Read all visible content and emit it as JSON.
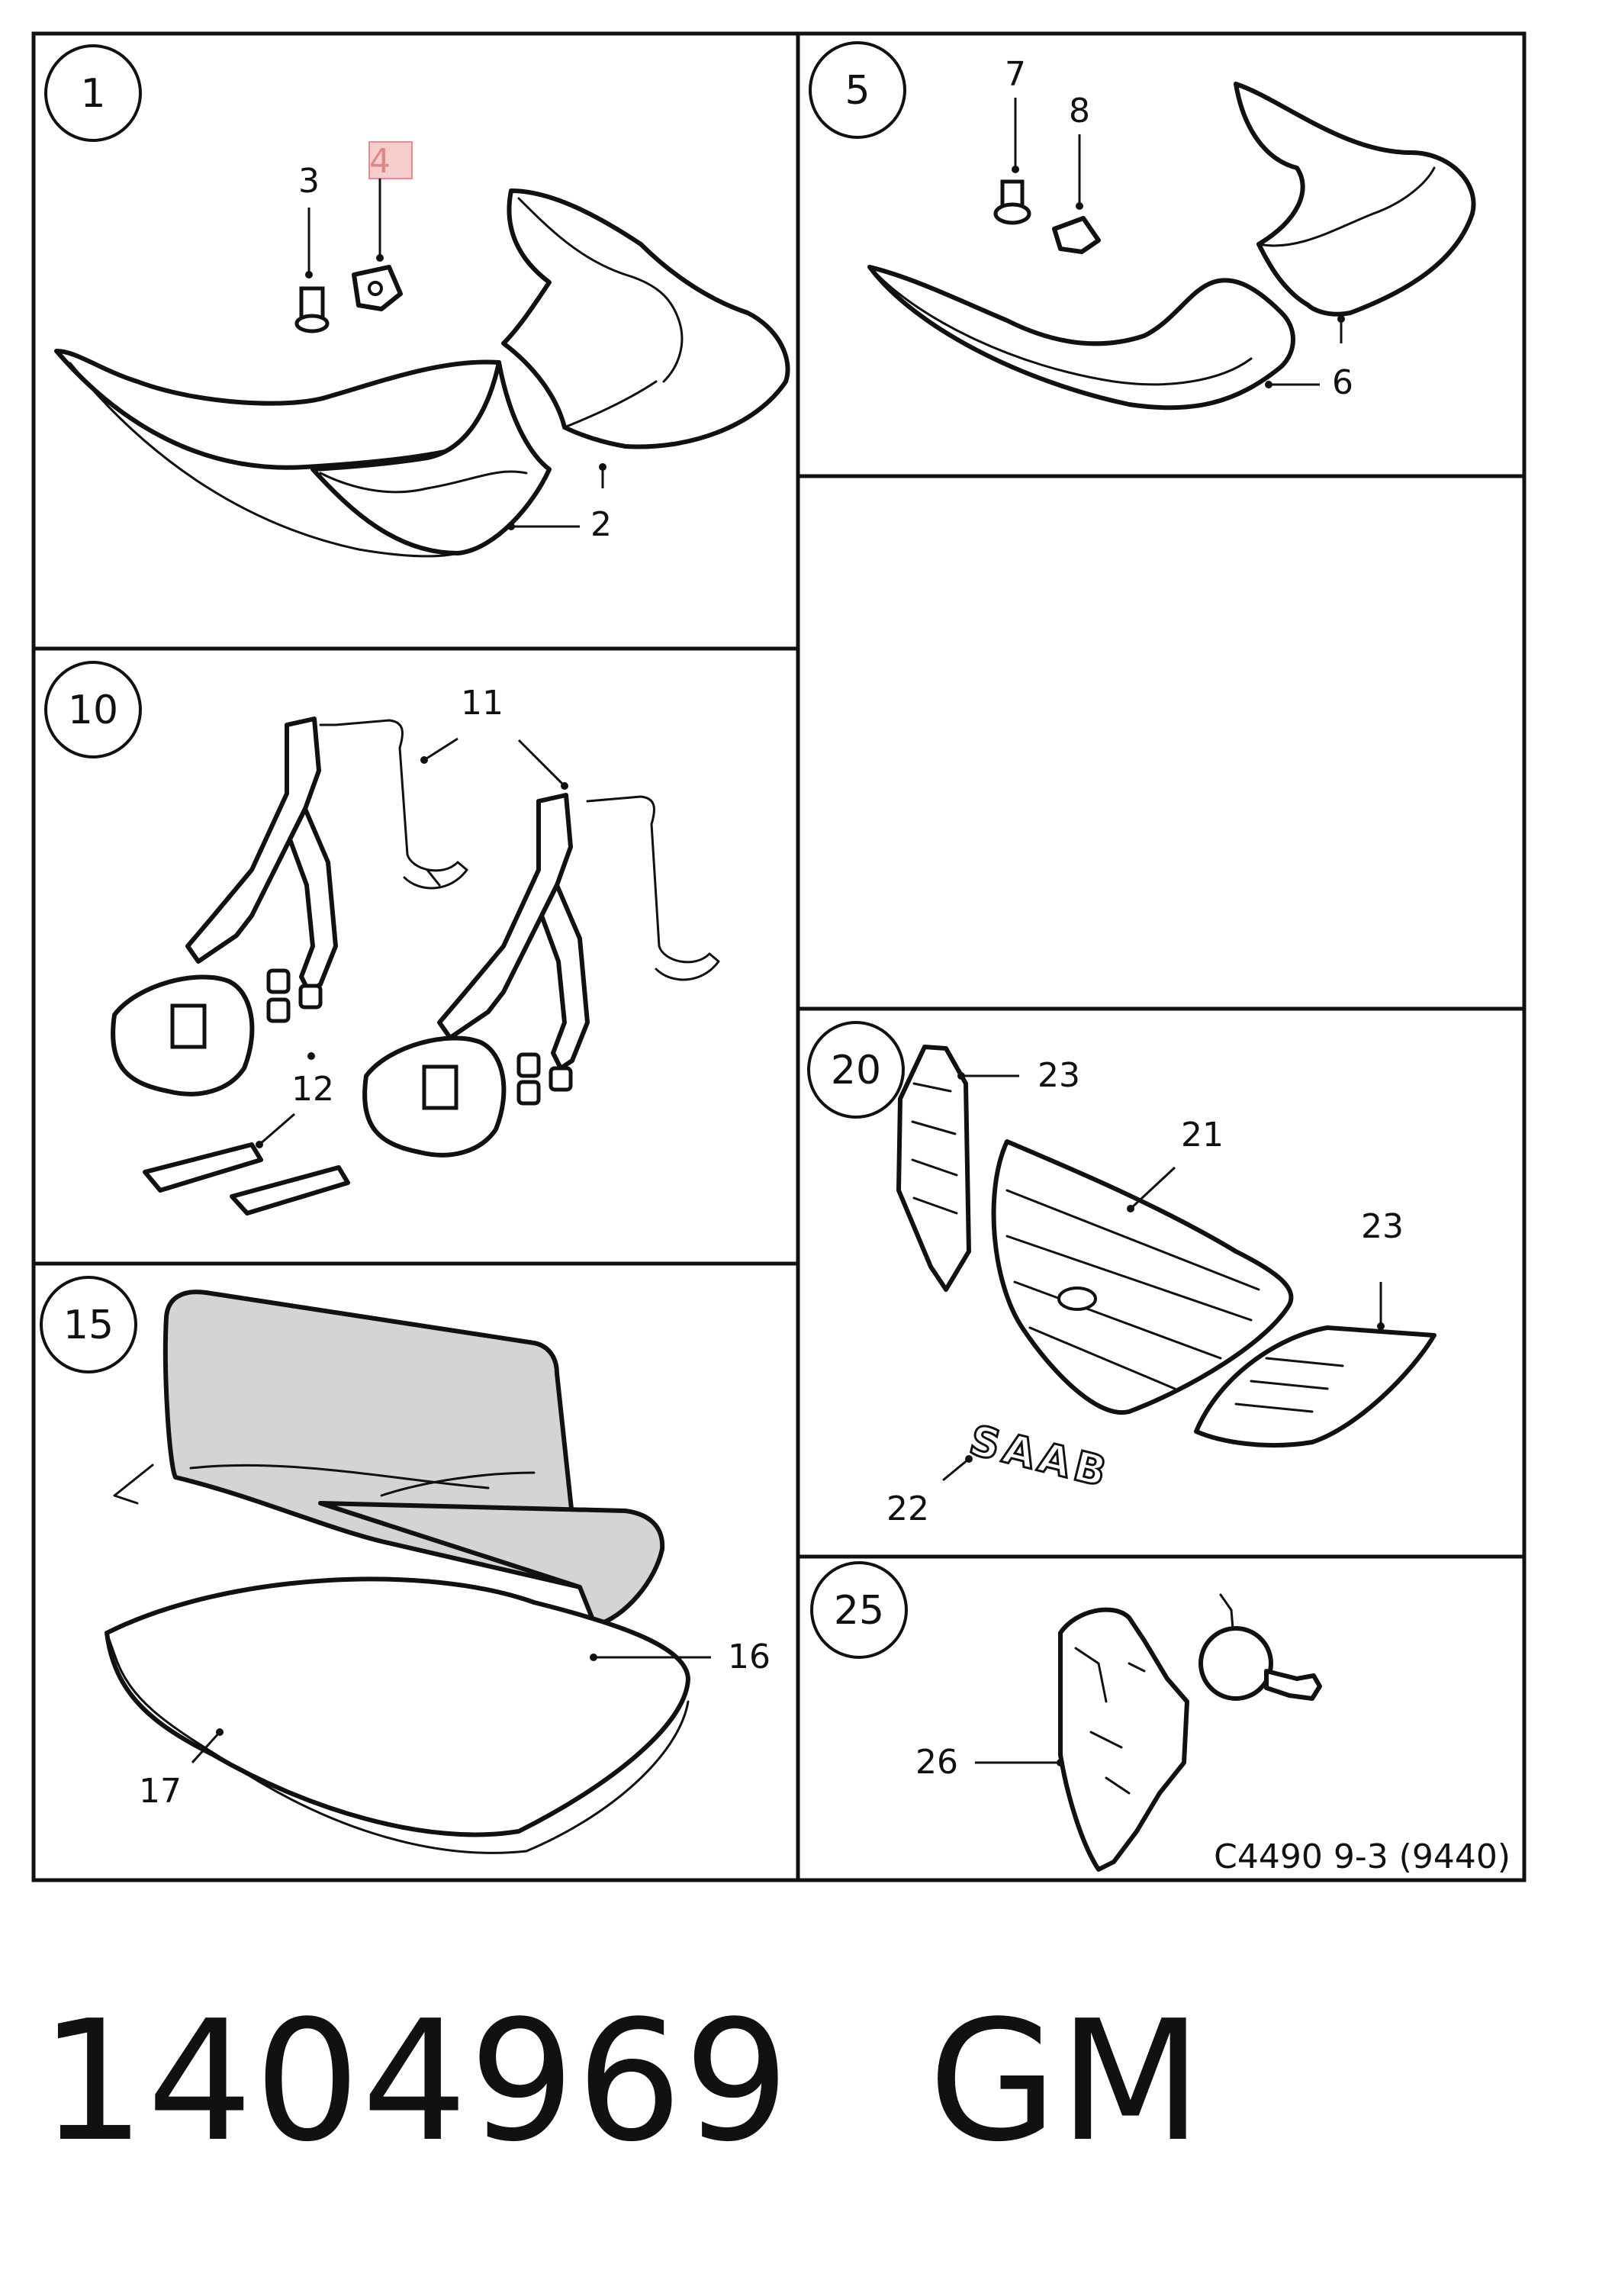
{
  "panels": [
    {
      "id": "1",
      "callouts": [
        "2",
        "3",
        "4"
      ]
    },
    {
      "id": "5",
      "callouts": [
        "6",
        "7",
        "8"
      ]
    },
    {
      "id": "10",
      "callouts": [
        "11",
        "12"
      ]
    },
    {
      "id": "15",
      "callouts": [
        "16",
        "17"
      ]
    },
    {
      "id": "20",
      "callouts": [
        "21",
        "22",
        "23",
        "23"
      ]
    },
    {
      "id": "25",
      "callouts": [
        "26"
      ]
    }
  ],
  "badge_text": "SAAB",
  "diagram_code": "C4490 9-3 (9440)",
  "part_number": "1404969",
  "manufacturer": "GM",
  "colors": {
    "line": "#111111",
    "highlight": "#f3b0b0",
    "mesh": "#d4d4d4"
  }
}
